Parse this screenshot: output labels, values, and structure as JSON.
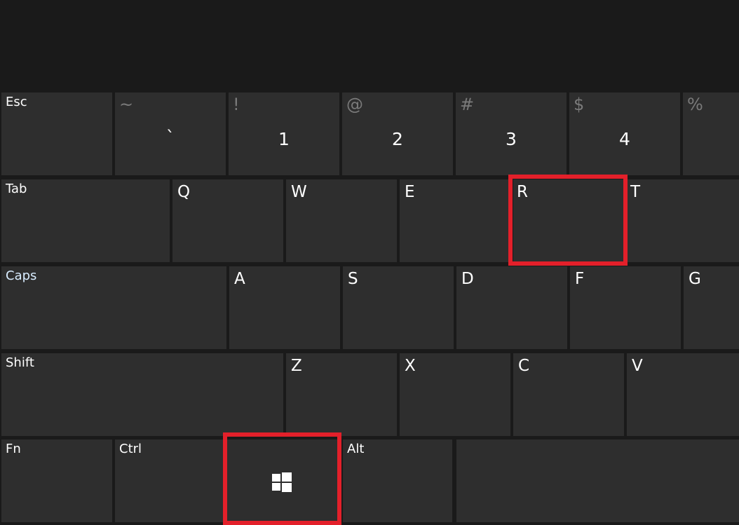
{
  "keyboard": {
    "row1": {
      "esc": "Esc",
      "tilde": {
        "shift": "~",
        "main": "`"
      },
      "k1": {
        "shift": "!",
        "main": "1"
      },
      "k2": {
        "shift": "@",
        "main": "2"
      },
      "k3": {
        "shift": "#",
        "main": "3"
      },
      "k4": {
        "shift": "$",
        "main": "4"
      },
      "k5": {
        "shift": "%",
        "main": ""
      }
    },
    "row2": {
      "tab": "Tab",
      "letters": [
        "Q",
        "W",
        "E",
        "R",
        "T"
      ]
    },
    "row3": {
      "caps": "Caps",
      "letters": [
        "A",
        "S",
        "D",
        "F",
        "G"
      ]
    },
    "row4": {
      "shift": "Shift",
      "letters": [
        "Z",
        "X",
        "C",
        "V"
      ]
    },
    "row5": {
      "fn": "Fn",
      "ctrl": "Ctrl",
      "windows": "windows-logo-icon",
      "alt": "Alt"
    }
  },
  "highlighted_keys": [
    "R",
    "Windows"
  ],
  "colors": {
    "background": "#1a1a1a",
    "key": "#2e2e2e",
    "highlight": "#e3202a",
    "shift_glyph": "#7a7a7a"
  }
}
